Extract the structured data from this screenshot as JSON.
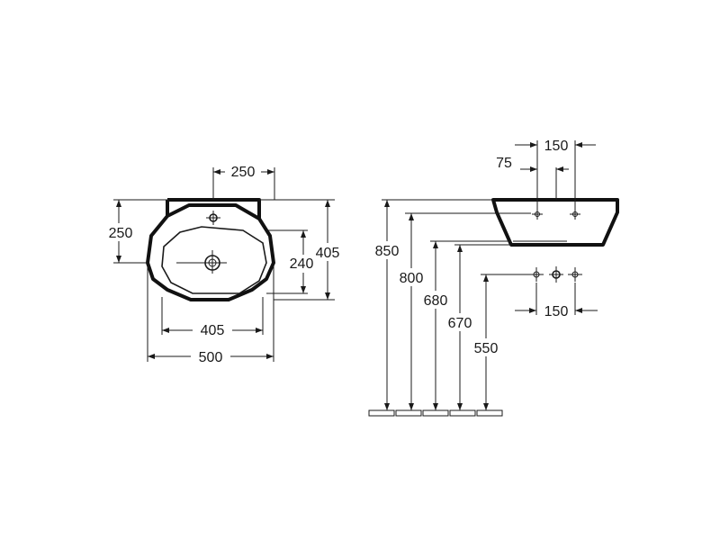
{
  "plan_view": {
    "dims": {
      "tap_offset": "250",
      "depth_left": "250",
      "bowl_depth": "240",
      "overall_depth": "405",
      "bowl_width": "405",
      "overall_width": "500"
    }
  },
  "side_view": {
    "heights": {
      "h850": "850",
      "h800": "800",
      "h680": "680",
      "h670": "670",
      "h550": "550"
    },
    "dims": {
      "top_spacing": "150",
      "top_offset": "75",
      "bottom_spacing": "150"
    }
  },
  "colors": {
    "line": "#1a1a1a",
    "background": "#ffffff"
  }
}
